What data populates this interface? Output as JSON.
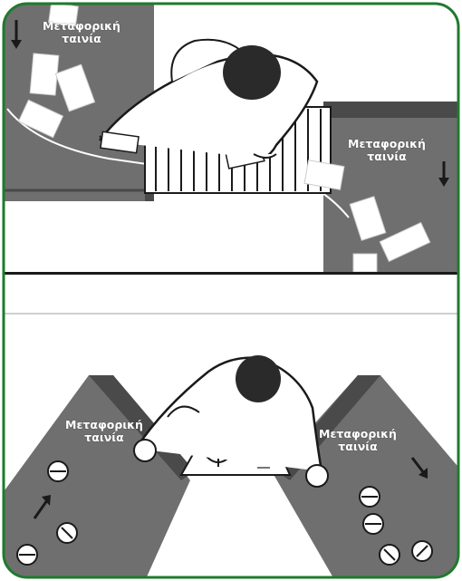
{
  "panels": [
    {
      "id": "top-scene",
      "conveyor_labels": [
        {
          "line1": "Μεταφορική",
          "line2": "ταινία"
        },
        {
          "line1": "Μεταφορική",
          "line2": "ταινία"
        }
      ]
    },
    {
      "id": "bottom-scene",
      "conveyor_labels": [
        {
          "line1": "Μεταφορική",
          "line2": "ταινία"
        },
        {
          "line1": "Μεταφορική",
          "line2": "ταινία"
        }
      ]
    }
  ],
  "colors": {
    "frame": "#1f7a2e",
    "belt": "#6f6f6f",
    "belt_dark": "#4a4a4a",
    "paper": "#ffffff",
    "ink": "#1a1a1a"
  }
}
